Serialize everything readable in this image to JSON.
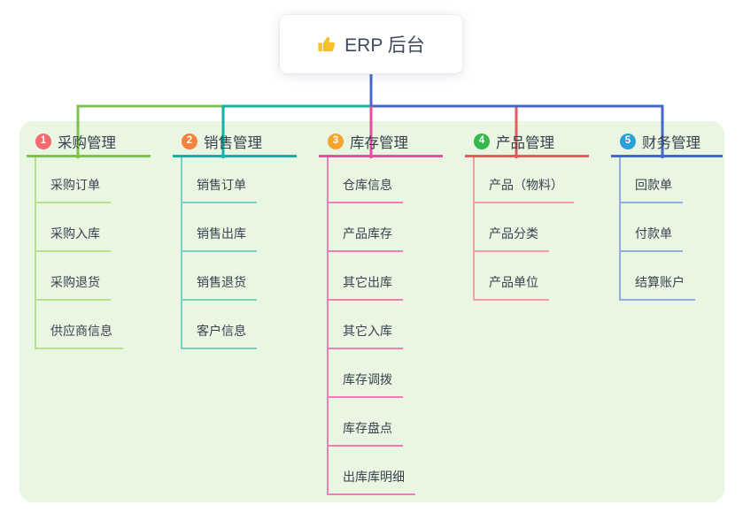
{
  "root": {
    "label": "ERP 后台",
    "icon": "thumbs-up-icon",
    "icon_color": "#f7c331"
  },
  "branches": [
    {
      "index": "1",
      "label": "采购管理",
      "badge_color": "#f5696f",
      "line_color": "#7fc24f",
      "child_line_color": "#b9e08f",
      "children": [
        "采购订单",
        "采购入库",
        "采购退货",
        "供应商信息"
      ]
    },
    {
      "index": "2",
      "label": "销售管理",
      "badge_color": "#f5833f",
      "line_color": "#12b2a6",
      "child_line_color": "#76d2c9",
      "children": [
        "销售订单",
        "销售出库",
        "销售退货",
        "客户信息"
      ]
    },
    {
      "index": "3",
      "label": "库存管理",
      "badge_color": "#f5a42d",
      "line_color": "#e94d9d",
      "child_line_color": "#f27ab8",
      "children": [
        "仓库信息",
        "产品库存",
        "其它出库",
        "其它入库",
        "库存调拨",
        "库存盘点",
        "出库库明细"
      ]
    },
    {
      "index": "4",
      "label": "产品管理",
      "badge_color": "#35b94e",
      "line_color": "#f4555c",
      "child_line_color": "#f89da1",
      "children": [
        "产品（物料）",
        "产品分类",
        "产品单位"
      ]
    },
    {
      "index": "5",
      "label": "财务管理",
      "badge_color": "#2ba0d8",
      "line_color": "#4468cb",
      "child_line_color": "#93abe2",
      "children": [
        "回款单",
        "付款单",
        "结算账户"
      ]
    }
  ],
  "colors": {
    "panel_bg": "#e8f6e2",
    "root_connector": "#4a68cc",
    "text": "#39424f"
  }
}
